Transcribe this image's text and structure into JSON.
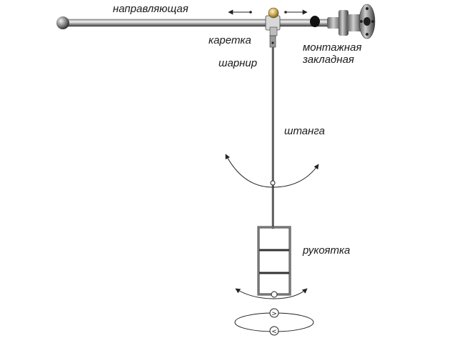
{
  "labels": {
    "guide": "направляющая",
    "carriage": "каретка",
    "hinge": "шарнир",
    "mount_line1": "монтажная",
    "mount_line2": "закладная",
    "rod": "штанга",
    "handle": "рукоятка"
  },
  "colors": {
    "steel_dark": "#3c3c3c",
    "steel_light": "#e6e6e6",
    "carriage_gold": "#c9a653",
    "line": "#222222"
  },
  "icons": {
    "direction_right": ">",
    "direction_left": "<"
  }
}
